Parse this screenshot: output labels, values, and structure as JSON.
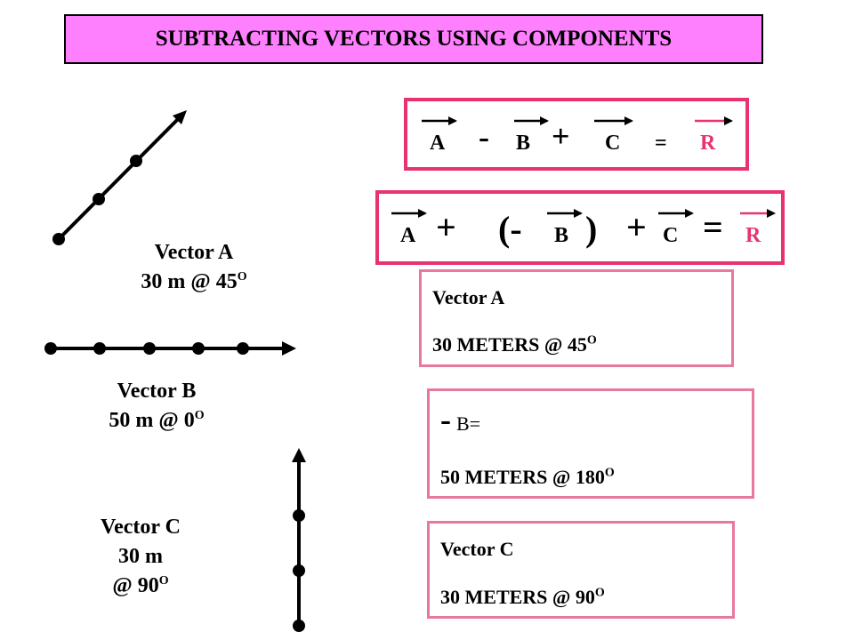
{
  "title": "SUBTRACTING VECTORS USING COMPONENTS",
  "equation1": {
    "a": "A",
    "minus": "-",
    "b": "B",
    "plus": "+",
    "c": "C",
    "equals": "=",
    "r": "R"
  },
  "equation2": {
    "a": "A",
    "plus1": "+",
    "open_paren": "(-",
    "b": "B",
    "close_paren": ")",
    "plus2": "+",
    "c": "C",
    "equals": "=",
    "r": "R"
  },
  "vectors": {
    "a": {
      "name": "Vector A",
      "magnitude": "30 m @ 45",
      "degree_mark": "O"
    },
    "b": {
      "name": "Vector B",
      "magnitude": "50 m @ 0",
      "degree_mark": "O"
    },
    "c": {
      "name": "Vector C",
      "magnitude_line1": "30 m",
      "magnitude_line2": "@ 90",
      "degree_mark": "O"
    }
  },
  "info_boxes": {
    "a": {
      "title": "Vector A",
      "value": "30 METERS @ 45",
      "degree_mark": "O"
    },
    "b": {
      "minus": "-",
      "title": "B=",
      "value": "50 METERS @ 180",
      "degree_mark": "O"
    },
    "c": {
      "title": "Vector C",
      "value": "30 METERS @ 90",
      "degree_mark": "O"
    }
  },
  "colors": {
    "title_bg": "#ff80ff",
    "equation_border": "#e8336e",
    "info_border": "#e8789e",
    "result": "#e8336e"
  }
}
